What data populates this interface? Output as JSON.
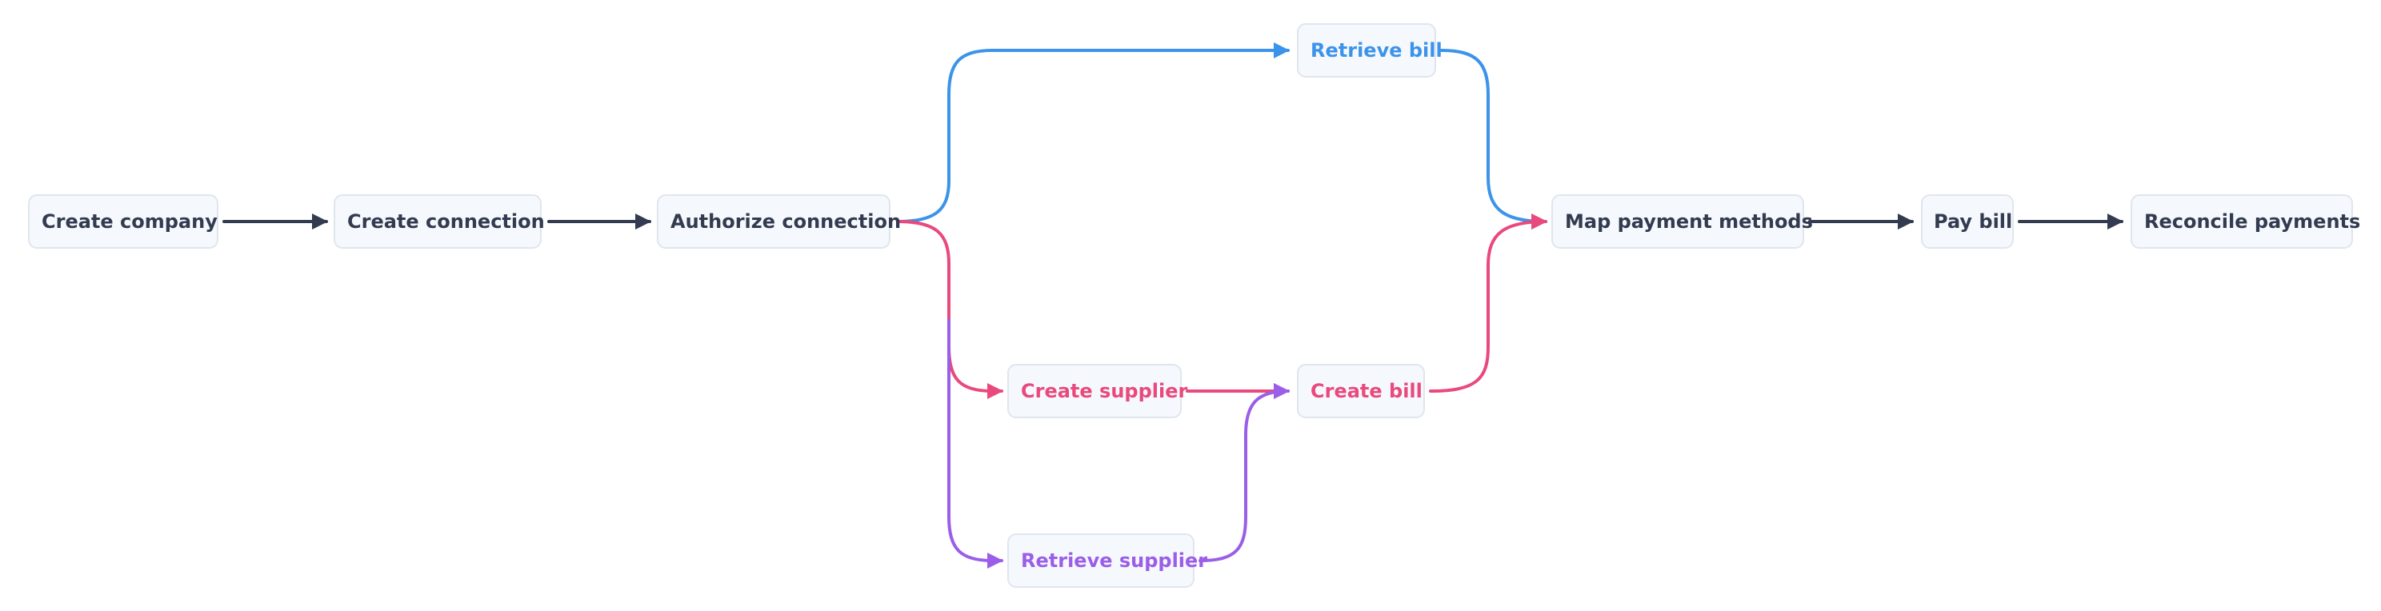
{
  "colors": {
    "dark": "#323b4f",
    "blue": "#3b93ea",
    "pink": "#e9497c",
    "purple": "#9b5ee8"
  },
  "nodes": {
    "create_company": {
      "label": "Create company",
      "color": "dark"
    },
    "create_connection": {
      "label": "Create connection",
      "color": "dark"
    },
    "authorize_connection": {
      "label": "Authorize connection",
      "color": "dark"
    },
    "retrieve_bill": {
      "label": "Retrieve bill",
      "color": "blue"
    },
    "create_supplier": {
      "label": "Create supplier",
      "color": "pink"
    },
    "create_bill": {
      "label": "Create bill",
      "color": "pink"
    },
    "retrieve_supplier": {
      "label": "Retrieve supplier",
      "color": "purple"
    },
    "map_payment_methods": {
      "label": "Map payment methods",
      "color": "dark"
    },
    "pay_bill": {
      "label": "Pay bill",
      "color": "dark"
    },
    "reconcile_payments": {
      "label": "Reconcile payments",
      "color": "dark"
    }
  },
  "edges": [
    {
      "from": "create_company",
      "to": "create_connection",
      "color": "dark"
    },
    {
      "from": "create_connection",
      "to": "authorize_connection",
      "color": "dark"
    },
    {
      "from": "authorize_connection",
      "to": "retrieve_bill",
      "color": "blue"
    },
    {
      "from": "retrieve_bill",
      "to": "map_payment_methods",
      "color": "blue"
    },
    {
      "from": "authorize_connection",
      "to": "create_supplier",
      "color": "pink"
    },
    {
      "from": "create_supplier",
      "to": "create_bill",
      "color": "pink"
    },
    {
      "from": "create_bill",
      "to": "map_payment_methods",
      "color": "pink"
    },
    {
      "from": "authorize_connection",
      "to": "retrieve_supplier",
      "color": "purple"
    },
    {
      "from": "retrieve_supplier",
      "to": "create_bill",
      "color": "purple"
    },
    {
      "from": "map_payment_methods",
      "to": "pay_bill",
      "color": "dark"
    },
    {
      "from": "pay_bill",
      "to": "reconcile_payments",
      "color": "dark"
    }
  ]
}
